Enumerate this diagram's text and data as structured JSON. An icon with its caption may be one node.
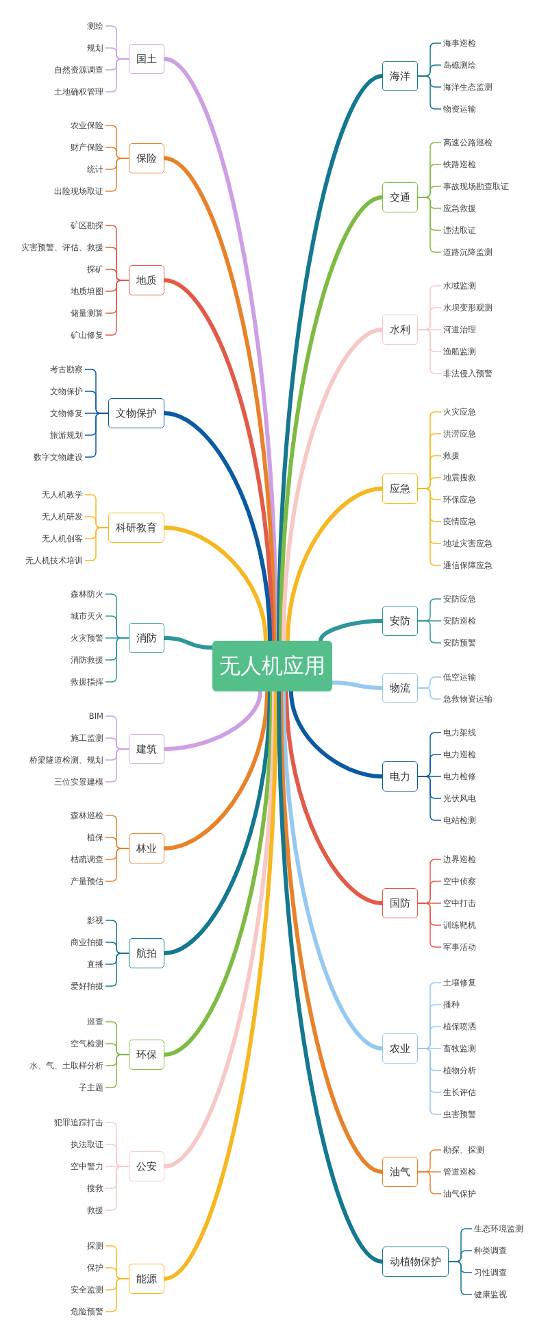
{
  "diagram": {
    "nodes": [
      {
        "text": [
          "无人机应用"
        ]
      },
      {
        "text": [
          "国土"
        ]
      },
      {
        "text": [
          "测绘"
        ]
      },
      {
        "text": [
          "规划"
        ]
      },
      {
        "text": [
          "自然资源调查"
        ]
      },
      {
        "text": [
          "土地确权管理"
        ]
      },
      {
        "text": [
          "保险"
        ]
      },
      {
        "text": [
          "农业保险"
        ]
      },
      {
        "text": [
          "财产保险"
        ]
      },
      {
        "text": [
          "统计"
        ]
      },
      {
        "text": [
          "出险现场取证"
        ]
      },
      {
        "text": [
          "地质"
        ]
      },
      {
        "text": [
          "矿区勘探"
        ]
      },
      {
        "text": [
          "灾害预警、评估、救援"
        ]
      },
      {
        "text": [
          "探矿"
        ]
      },
      {
        "text": [
          "地质填图"
        ]
      },
      {
        "text": [
          "储量测算"
        ]
      },
      {
        "text": [
          "矿山修复"
        ]
      },
      {
        "text": [
          "文物保护"
        ]
      },
      {
        "text": [
          "考古勘察"
        ]
      },
      {
        "text": [
          "文物保护"
        ]
      },
      {
        "text": [
          "文物修复"
        ]
      },
      {
        "text": [
          "旅游规划"
        ]
      },
      {
        "text": [
          "数字文物建设"
        ]
      },
      {
        "text": [
          "科研教育"
        ]
      },
      {
        "text": [
          "无人机教学"
        ]
      },
      {
        "text": [
          "无人机研发"
        ]
      },
      {
        "text": [
          "无人机创客"
        ]
      },
      {
        "text": [
          "无人机技术培训"
        ]
      },
      {
        "text": [
          "消防"
        ]
      },
      {
        "text": [
          "森林防火"
        ]
      },
      {
        "text": [
          "城市灭火"
        ]
      },
      {
        "text": [
          "火灾预警"
        ]
      },
      {
        "text": [
          "消防救援"
        ]
      },
      {
        "text": [
          "救援指挥"
        ]
      },
      {
        "text": [
          "建筑"
        ]
      },
      {
        "text": [
          "BIM"
        ]
      },
      {
        "text": [
          "施工监测"
        ]
      },
      {
        "text": [
          "桥梁隧道检测、规划"
        ]
      },
      {
        "text": [
          "三位实景建模"
        ]
      },
      {
        "text": [
          "林业"
        ]
      },
      {
        "text": [
          "森林巡检"
        ]
      },
      {
        "text": [
          "植保"
        ]
      },
      {
        "text": [
          "枯疏调查"
        ]
      },
      {
        "text": [
          "产量预估"
        ]
      },
      {
        "text": [
          "航拍"
        ]
      },
      {
        "text": [
          "影视"
        ]
      },
      {
        "text": [
          "商业拍摄"
        ]
      },
      {
        "text": [
          "直播"
        ]
      },
      {
        "text": [
          "爱好拍摄"
        ]
      },
      {
        "text": [
          "环保"
        ]
      },
      {
        "text": [
          "巡查"
        ]
      },
      {
        "text": [
          "空气检测"
        ]
      },
      {
        "text": [
          "水、气、土取样分析"
        ]
      },
      {
        "text": [
          "子主题"
        ]
      },
      {
        "text": [
          "公安"
        ]
      },
      {
        "text": [
          "犯罪追踪打击"
        ]
      },
      {
        "text": [
          "执法取证"
        ]
      },
      {
        "text": [
          "空中警力"
        ]
      },
      {
        "text": [
          "搜救"
        ]
      },
      {
        "text": [
          "救援"
        ]
      },
      {
        "text": [
          "能源"
        ]
      },
      {
        "text": [
          "探测"
        ]
      },
      {
        "text": [
          "保护"
        ]
      },
      {
        "text": [
          "安全监测"
        ]
      },
      {
        "text": [
          "危险预警"
        ]
      },
      {
        "text": [
          "海洋"
        ]
      },
      {
        "text": [
          "海事巡检"
        ]
      },
      {
        "text": [
          "岛礁测绘"
        ]
      },
      {
        "text": [
          "海洋生态监测"
        ]
      },
      {
        "text": [
          "物资运输"
        ]
      },
      {
        "text": [
          "交通"
        ]
      },
      {
        "text": [
          "高速公路巡检"
        ]
      },
      {
        "text": [
          "铁路巡检"
        ]
      },
      {
        "text": [
          "事故现场勘查取证"
        ]
      },
      {
        "text": [
          "应急救援"
        ]
      },
      {
        "text": [
          "违法取证"
        ]
      },
      {
        "text": [
          "道路沉降监测"
        ]
      },
      {
        "text": [
          "水利"
        ]
      },
      {
        "text": [
          "水域监测"
        ]
      },
      {
        "text": [
          "水坝变形观测"
        ]
      },
      {
        "text": [
          "河道治理"
        ]
      },
      {
        "text": [
          "渔船监测"
        ]
      },
      {
        "text": [
          "非法侵入预警"
        ]
      },
      {
        "text": [
          "应急"
        ]
      },
      {
        "text": [
          "火灾应急"
        ]
      },
      {
        "text": [
          "洪涝应急"
        ]
      },
      {
        "text": [
          "救援"
        ]
      },
      {
        "text": [
          "地震搜救"
        ]
      },
      {
        "text": [
          "环保应急"
        ]
      },
      {
        "text": [
          "疫情应急"
        ]
      },
      {
        "text": [
          "地址灾害应急"
        ]
      },
      {
        "text": [
          "通信保障应急"
        ]
      },
      {
        "text": [
          "安防"
        ]
      },
      {
        "text": [
          "安防应急"
        ]
      },
      {
        "text": [
          "安防巡检"
        ]
      },
      {
        "text": [
          "安防预警"
        ]
      },
      {
        "text": [
          "物流"
        ]
      },
      {
        "text": [
          "低空运输"
        ]
      },
      {
        "text": [
          "急救物资运输"
        ]
      },
      {
        "text": [
          "电力"
        ]
      },
      {
        "text": [
          "电力架线"
        ]
      },
      {
        "text": [
          "电力巡检"
        ]
      },
      {
        "text": [
          "电力检修"
        ]
      },
      {
        "text": [
          "光伏风电"
        ]
      },
      {
        "text": [
          "电站检测"
        ]
      },
      {
        "text": [
          "国防"
        ]
      },
      {
        "text": [
          "边界巡检"
        ]
      },
      {
        "text": [
          "空中侦察"
        ]
      },
      {
        "text": [
          "空中打击"
        ]
      },
      {
        "text": [
          "训练靶机"
        ]
      },
      {
        "text": [
          "军事活动"
        ]
      },
      {
        "text": [
          "农业"
        ]
      },
      {
        "text": [
          "土壤修复"
        ]
      },
      {
        "text": [
          "播种"
        ]
      },
      {
        "text": [
          "植保喷洒"
        ]
      },
      {
        "text": [
          "畜牧监测"
        ]
      },
      {
        "text": [
          "植物分析"
        ]
      },
      {
        "text": [
          "生长评估"
        ]
      },
      {
        "text": [
          "虫害预警"
        ]
      },
      {
        "text": [
          "油气"
        ]
      },
      {
        "text": [
          "勘探、探测"
        ]
      },
      {
        "text": [
          "管道巡检"
        ]
      },
      {
        "text": [
          "油气保护"
        ]
      },
      {
        "text": [
          "动植物保护"
        ]
      },
      {
        "text": [
          "生态环境监测"
        ]
      },
      {
        "text": [
          "种类调查"
        ]
      },
      {
        "text": [
          "习性调查"
        ]
      },
      {
        "text": [
          "健康监视"
        ]
      }
    ],
    "edges": [
      {
        "from": 0,
        "to": 1,
        "arrow": "none",
        "style": "thick",
        "color": "#cd9fe4"
      },
      {
        "from": 1,
        "to": 2,
        "arrow": "none",
        "color": "#cd9fe4"
      },
      {
        "from": 1,
        "to": 3,
        "arrow": "none",
        "color": "#cd9fe4"
      },
      {
        "from": 1,
        "to": 4,
        "arrow": "none",
        "color": "#cd9fe4"
      },
      {
        "from": 1,
        "to": 5,
        "arrow": "none",
        "color": "#cd9fe4"
      },
      {
        "from": 0,
        "to": 6,
        "arrow": "none",
        "style": "thick",
        "color": "#e8822a"
      },
      {
        "from": 6,
        "to": 7,
        "arrow": "none",
        "color": "#e8822a"
      },
      {
        "from": 6,
        "to": 8,
        "arrow": "none",
        "color": "#e8822a"
      },
      {
        "from": 6,
        "to": 9,
        "arrow": "none",
        "color": "#e8822a"
      },
      {
        "from": 6,
        "to": 10,
        "arrow": "none",
        "color": "#e8822a"
      },
      {
        "from": 0,
        "to": 11,
        "arrow": "none",
        "style": "thick",
        "color": "#e25a48"
      },
      {
        "from": 11,
        "to": 12,
        "arrow": "none",
        "color": "#e25a48"
      },
      {
        "from": 11,
        "to": 13,
        "arrow": "none",
        "color": "#e25a48"
      },
      {
        "from": 11,
        "to": 14,
        "arrow": "none",
        "color": "#e25a48"
      },
      {
        "from": 11,
        "to": 15,
        "arrow": "none",
        "color": "#e25a48"
      },
      {
        "from": 11,
        "to": 16,
        "arrow": "none",
        "color": "#e25a48"
      },
      {
        "from": 11,
        "to": 17,
        "arrow": "none",
        "color": "#e25a48"
      },
      {
        "from": 0,
        "to": 18,
        "arrow": "none",
        "style": "thick",
        "color": "#0b5aa2"
      },
      {
        "from": 18,
        "to": 19,
        "arrow": "none",
        "color": "#0b5aa2"
      },
      {
        "from": 18,
        "to": 20,
        "arrow": "none",
        "color": "#0b5aa2"
      },
      {
        "from": 18,
        "to": 21,
        "arrow": "none",
        "color": "#0b5aa2"
      },
      {
        "from": 18,
        "to": 22,
        "arrow": "none",
        "color": "#0b5aa2"
      },
      {
        "from": 18,
        "to": 23,
        "arrow": "none",
        "color": "#0b5aa2"
      },
      {
        "from": 0,
        "to": 24,
        "arrow": "none",
        "style": "thick",
        "color": "#f6b820"
      },
      {
        "from": 24,
        "to": 25,
        "arrow": "none",
        "color": "#f6b820"
      },
      {
        "from": 24,
        "to": 26,
        "arrow": "none",
        "color": "#f6b820"
      },
      {
        "from": 24,
        "to": 27,
        "arrow": "none",
        "color": "#f6b820"
      },
      {
        "from": 24,
        "to": 28,
        "arrow": "none",
        "color": "#f6b820"
      },
      {
        "from": 0,
        "to": 29,
        "arrow": "none",
        "style": "thick",
        "color": "#2f969a"
      },
      {
        "from": 29,
        "to": 30,
        "arrow": "none",
        "color": "#2f969a"
      },
      {
        "from": 29,
        "to": 31,
        "arrow": "none",
        "color": "#2f969a"
      },
      {
        "from": 29,
        "to": 32,
        "arrow": "none",
        "color": "#2f969a"
      },
      {
        "from": 29,
        "to": 33,
        "arrow": "none",
        "color": "#2f969a"
      },
      {
        "from": 29,
        "to": 34,
        "arrow": "none",
        "color": "#2f969a"
      },
      {
        "from": 0,
        "to": 35,
        "arrow": "none",
        "style": "thick",
        "color": "#cd9fe4"
      },
      {
        "from": 35,
        "to": 36,
        "arrow": "none",
        "color": "#cd9fe4"
      },
      {
        "from": 35,
        "to": 37,
        "arrow": "none",
        "color": "#cd9fe4"
      },
      {
        "from": 35,
        "to": 38,
        "arrow": "none",
        "color": "#cd9fe4"
      },
      {
        "from": 35,
        "to": 39,
        "arrow": "none",
        "color": "#cd9fe4"
      },
      {
        "from": 0,
        "to": 40,
        "arrow": "none",
        "style": "thick",
        "color": "#e8822a"
      },
      {
        "from": 40,
        "to": 41,
        "arrow": "none",
        "color": "#e8822a"
      },
      {
        "from": 40,
        "to": 42,
        "arrow": "none",
        "color": "#e8822a"
      },
      {
        "from": 40,
        "to": 43,
        "arrow": "none",
        "color": "#e8822a"
      },
      {
        "from": 40,
        "to": 44,
        "arrow": "none",
        "color": "#e8822a"
      },
      {
        "from": 0,
        "to": 45,
        "arrow": "none",
        "style": "thick",
        "color": "#137890"
      },
      {
        "from": 45,
        "to": 46,
        "arrow": "none",
        "color": "#137890"
      },
      {
        "from": 45,
        "to": 47,
        "arrow": "none",
        "color": "#137890"
      },
      {
        "from": 45,
        "to": 48,
        "arrow": "none",
        "color": "#137890"
      },
      {
        "from": 45,
        "to": 49,
        "arrow": "none",
        "color": "#137890"
      },
      {
        "from": 0,
        "to": 50,
        "arrow": "none",
        "style": "thick",
        "color": "#7dbb42"
      },
      {
        "from": 50,
        "to": 51,
        "arrow": "none",
        "color": "#7dbb42"
      },
      {
        "from": 50,
        "to": 52,
        "arrow": "none",
        "color": "#7dbb42"
      },
      {
        "from": 50,
        "to": 53,
        "arrow": "none",
        "color": "#7dbb42"
      },
      {
        "from": 50,
        "to": 54,
        "arrow": "none",
        "color": "#7dbb42"
      },
      {
        "from": 0,
        "to": 55,
        "arrow": "none",
        "style": "thick",
        "color": "#f8c8c6"
      },
      {
        "from": 55,
        "to": 56,
        "arrow": "none",
        "color": "#f8c8c6"
      },
      {
        "from": 55,
        "to": 57,
        "arrow": "none",
        "color": "#f8c8c6"
      },
      {
        "from": 55,
        "to": 58,
        "arrow": "none",
        "color": "#f8c8c6"
      },
      {
        "from": 55,
        "to": 59,
        "arrow": "none",
        "color": "#f8c8c6"
      },
      {
        "from": 55,
        "to": 60,
        "arrow": "none",
        "color": "#f8c8c6"
      },
      {
        "from": 0,
        "to": 61,
        "arrow": "none",
        "style": "thick",
        "color": "#f6b820"
      },
      {
        "from": 61,
        "to": 62,
        "arrow": "none",
        "color": "#f6b820"
      },
      {
        "from": 61,
        "to": 63,
        "arrow": "none",
        "color": "#f6b820"
      },
      {
        "from": 61,
        "to": 64,
        "arrow": "none",
        "color": "#f6b820"
      },
      {
        "from": 61,
        "to": 65,
        "arrow": "none",
        "color": "#f6b820"
      },
      {
        "from": 0,
        "to": 66,
        "arrow": "none",
        "style": "thick",
        "color": "#137890"
      },
      {
        "from": 66,
        "to": 67,
        "arrow": "none",
        "color": "#137890"
      },
      {
        "from": 66,
        "to": 68,
        "arrow": "none",
        "color": "#137890"
      },
      {
        "from": 66,
        "to": 69,
        "arrow": "none",
        "color": "#137890"
      },
      {
        "from": 66,
        "to": 70,
        "arrow": "none",
        "color": "#137890"
      },
      {
        "from": 0,
        "to": 71,
        "arrow": "none",
        "style": "thick",
        "color": "#7dbb42"
      },
      {
        "from": 71,
        "to": 72,
        "arrow": "none",
        "color": "#7dbb42"
      },
      {
        "from": 71,
        "to": 73,
        "arrow": "none",
        "color": "#7dbb42"
      },
      {
        "from": 71,
        "to": 74,
        "arrow": "none",
        "color": "#7dbb42"
      },
      {
        "from": 71,
        "to": 75,
        "arrow": "none",
        "color": "#7dbb42"
      },
      {
        "from": 71,
        "to": 76,
        "arrow": "none",
        "color": "#7dbb42"
      },
      {
        "from": 71,
        "to": 77,
        "arrow": "none",
        "color": "#7dbb42"
      },
      {
        "from": 0,
        "to": 78,
        "arrow": "none",
        "style": "thick",
        "color": "#f8c8c6"
      },
      {
        "from": 78,
        "to": 79,
        "arrow": "none",
        "color": "#f8c8c6"
      },
      {
        "from": 78,
        "to": 80,
        "arrow": "none",
        "color": "#f8c8c6"
      },
      {
        "from": 78,
        "to": 81,
        "arrow": "none",
        "color": "#f8c8c6"
      },
      {
        "from": 78,
        "to": 82,
        "arrow": "none",
        "color": "#f8c8c6"
      },
      {
        "from": 78,
        "to": 83,
        "arrow": "none",
        "color": "#f8c8c6"
      },
      {
        "from": 0,
        "to": 84,
        "arrow": "none",
        "style": "thick",
        "color": "#f6b820"
      },
      {
        "from": 84,
        "to": 85,
        "arrow": "none",
        "color": "#f6b820"
      },
      {
        "from": 84,
        "to": 86,
        "arrow": "none",
        "color": "#f6b820"
      },
      {
        "from": 84,
        "to": 87,
        "arrow": "none",
        "color": "#f6b820"
      },
      {
        "from": 84,
        "to": 88,
        "arrow": "none",
        "color": "#f6b820"
      },
      {
        "from": 84,
        "to": 89,
        "arrow": "none",
        "color": "#f6b820"
      },
      {
        "from": 84,
        "to": 90,
        "arrow": "none",
        "color": "#f6b820"
      },
      {
        "from": 84,
        "to": 91,
        "arrow": "none",
        "color": "#f6b820"
      },
      {
        "from": 84,
        "to": 92,
        "arrow": "none",
        "color": "#f6b820"
      },
      {
        "from": 0,
        "to": 93,
        "arrow": "none",
        "style": "thick",
        "color": "#2f969a"
      },
      {
        "from": 93,
        "to": 94,
        "arrow": "none",
        "color": "#2f969a"
      },
      {
        "from": 93,
        "to": 95,
        "arrow": "none",
        "color": "#2f969a"
      },
      {
        "from": 93,
        "to": 96,
        "arrow": "none",
        "color": "#2f969a"
      },
      {
        "from": 0,
        "to": 97,
        "arrow": "none",
        "style": "thick",
        "color": "#96c9f0"
      },
      {
        "from": 97,
        "to": 98,
        "arrow": "none",
        "color": "#96c9f0"
      },
      {
        "from": 97,
        "to": 99,
        "arrow": "none",
        "color": "#96c9f0"
      },
      {
        "from": 0,
        "to": 100,
        "arrow": "none",
        "style": "thick",
        "color": "#0b5aa2"
      },
      {
        "from": 100,
        "to": 101,
        "arrow": "none",
        "color": "#0b5aa2"
      },
      {
        "from": 100,
        "to": 102,
        "arrow": "none",
        "color": "#0b5aa2"
      },
      {
        "from": 100,
        "to": 103,
        "arrow": "none",
        "color": "#0b5aa2"
      },
      {
        "from": 100,
        "to": 104,
        "arrow": "none",
        "color": "#0b5aa2"
      },
      {
        "from": 100,
        "to": 105,
        "arrow": "none",
        "color": "#0b5aa2"
      },
      {
        "from": 0,
        "to": 106,
        "arrow": "none",
        "style": "thick",
        "color": "#e25a48"
      },
      {
        "from": 106,
        "to": 107,
        "arrow": "none",
        "color": "#e25a48"
      },
      {
        "from": 106,
        "to": 108,
        "arrow": "none",
        "color": "#e25a48"
      },
      {
        "from": 106,
        "to": 109,
        "arrow": "none",
        "color": "#e25a48"
      },
      {
        "from": 106,
        "to": 110,
        "arrow": "none",
        "color": "#e25a48"
      },
      {
        "from": 106,
        "to": 111,
        "arrow": "none",
        "color": "#e25a48"
      },
      {
        "from": 0,
        "to": 112,
        "arrow": "none",
        "style": "thick",
        "color": "#96c9f0"
      },
      {
        "from": 112,
        "to": 113,
        "arrow": "none",
        "color": "#96c9f0"
      },
      {
        "from": 112,
        "to": 114,
        "arrow": "none",
        "color": "#96c9f0"
      },
      {
        "from": 112,
        "to": 115,
        "arrow": "none",
        "color": "#96c9f0"
      },
      {
        "from": 112,
        "to": 116,
        "arrow": "none",
        "color": "#96c9f0"
      },
      {
        "from": 112,
        "to": 117,
        "arrow": "none",
        "color": "#96c9f0"
      },
      {
        "from": 112,
        "to": 118,
        "arrow": "none",
        "color": "#96c9f0"
      },
      {
        "from": 112,
        "to": 119,
        "arrow": "none",
        "color": "#96c9f0"
      },
      {
        "from": 0,
        "to": 120,
        "arrow": "none",
        "style": "thick",
        "color": "#e8822a"
      },
      {
        "from": 120,
        "to": 121,
        "arrow": "none",
        "color": "#e8822a"
      },
      {
        "from": 120,
        "to": 122,
        "arrow": "none",
        "color": "#e8822a"
      },
      {
        "from": 120,
        "to": 123,
        "arrow": "none",
        "color": "#e8822a"
      },
      {
        "from": 0,
        "to": 124,
        "arrow": "none",
        "style": "thick",
        "color": "#137890"
      },
      {
        "from": 124,
        "to": 125,
        "arrow": "none",
        "color": "#137890"
      },
      {
        "from": 124,
        "to": 126,
        "arrow": "none",
        "color": "#137890"
      },
      {
        "from": 124,
        "to": 127,
        "arrow": "none",
        "color": "#137890"
      },
      {
        "from": 124,
        "to": 128,
        "arrow": "none",
        "color": "#137890"
      }
    ]
  }
}
